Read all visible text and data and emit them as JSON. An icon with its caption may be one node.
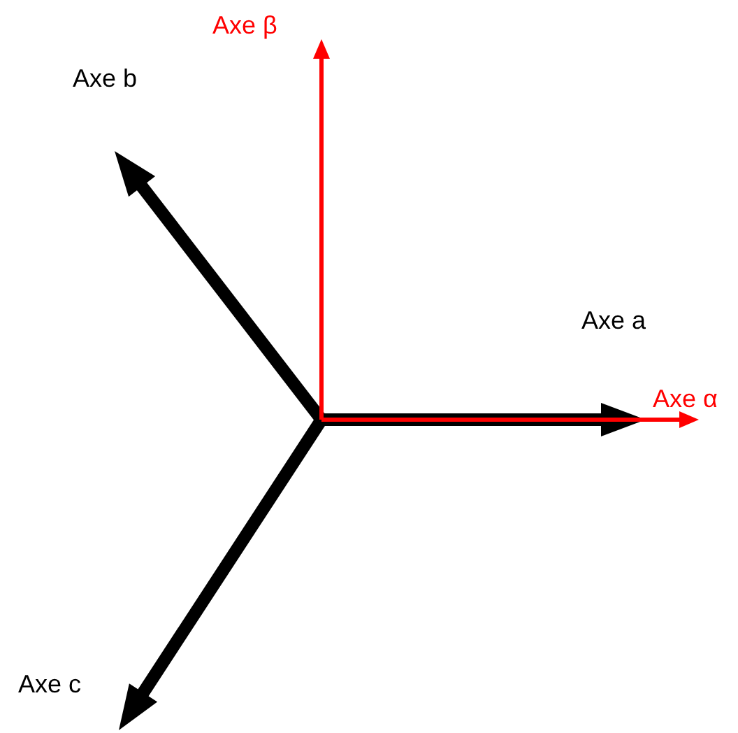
{
  "diagram": {
    "labels": [
      "Axe β",
      "Axe b",
      "Axe a",
      "Axe α",
      "Axe c"
    ]
  }
}
